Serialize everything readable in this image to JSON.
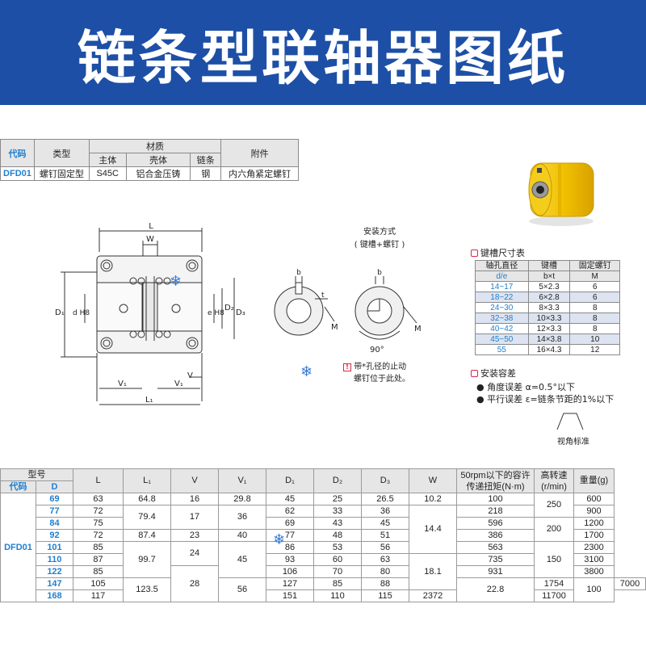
{
  "title": "链条型联轴器图纸",
  "spec_table": {
    "col_code": "代码",
    "col_type": "类型",
    "col_material": "材质",
    "col_main": "主体",
    "col_shell": "壳体",
    "col_chain": "链条",
    "col_accessory": "附件",
    "code": "DFD01",
    "type": "螺钉固定型",
    "main": "S45C",
    "shell": "铝合金压铸",
    "chain": "钢",
    "accessory": "内六角紧定螺钉"
  },
  "drawing_labels": {
    "L": "L",
    "W": "W",
    "D1": "D₁",
    "dH8": "d H8",
    "eH8": "e H8",
    "D2": "D₂",
    "D3": "D₃",
    "V": "V",
    "V1_left": "V₁",
    "V1_right": "V₁",
    "L1": "L₁"
  },
  "mount": {
    "title": "安装方式",
    "subtitle": "( 键槽+螺钉 )",
    "b_left": "b",
    "t_left": "t",
    "m_left": "M",
    "b_right": "b",
    "m_right": "M",
    "angle": "90°",
    "note_line1": "带*孔径的止动",
    "note_line2": "螺钉位于此处。",
    "note_mark": "!"
  },
  "keyway": {
    "title": "键槽尺寸表",
    "h1": "轴孔直径",
    "h2": "键槽",
    "h3": "固定螺钉",
    "s1": "d/e",
    "s2": "b×t",
    "s3": "M",
    "rows": [
      {
        "range": "14~17",
        "bxt": "5×2.3",
        "m": "6"
      },
      {
        "range": "18~22",
        "bxt": "6×2.8",
        "m": "6"
      },
      {
        "range": "24~30",
        "bxt": "8×3.3",
        "m": "8"
      },
      {
        "range": "32~38",
        "bxt": "10×3.3",
        "m": "8"
      },
      {
        "range": "40~42",
        "bxt": "12×3.3",
        "m": "8"
      },
      {
        "range": "45~50",
        "bxt": "14×3.8",
        "m": "10"
      },
      {
        "range": "55",
        "bxt": "16×4.3",
        "m": "12"
      }
    ]
  },
  "alignment": {
    "title": "安装容差",
    "line1": "● 角度误差 α=0.5°以下",
    "line2": "● 平行误差 ε=链条节距的1%以下",
    "view_label": "视角标准"
  },
  "dim_table": {
    "h_model": "型号",
    "h_code": "代码",
    "h_D": "D",
    "h_L": "L",
    "h_L1": "L₁",
    "h_V": "V",
    "h_V1": "V₁",
    "h_D1": "D₁",
    "h_D2": "D₂",
    "h_D3": "D₃",
    "h_W": "W",
    "h_torque1": "50rpm以下的容许",
    "h_torque2": "传递扭矩(N·m)",
    "h_speed1": "高转速",
    "h_speed2": "(r/min)",
    "h_weight": "重量(g)",
    "code": "DFD01",
    "D": [
      "69",
      "77",
      "84",
      "92",
      "101",
      "110",
      "122",
      "147",
      "168"
    ],
    "L": [
      "63",
      "72",
      "75",
      "72",
      "85",
      "87",
      "85",
      "105",
      "117"
    ],
    "L1": [
      "64.8",
      "79.4",
      "87.4",
      "99.7",
      "123.5"
    ],
    "V": [
      "16",
      "17",
      "23",
      "24",
      "28"
    ],
    "V1": [
      "29.8",
      "36",
      "40",
      "45",
      "56"
    ],
    "D1": [
      "45",
      "62",
      "69",
      "77",
      "86",
      "93",
      "106",
      "127",
      "151"
    ],
    "D2": [
      "25",
      "33",
      "43",
      "48",
      "53",
      "60",
      "70",
      "85",
      "110"
    ],
    "D3": [
      "26.5",
      "36",
      "45",
      "51",
      "56",
      "63",
      "80",
      "88",
      "115"
    ],
    "W": [
      "10.2",
      "14.4",
      "18.1",
      "22.8"
    ],
    "torque": [
      "100",
      "218",
      "596",
      "386",
      "563",
      "735",
      "931",
      "1754",
      "2372"
    ],
    "speed": [
      "250",
      "200",
      "150",
      "100"
    ],
    "weight": [
      "600",
      "900",
      "1200",
      "1700",
      "2300",
      "3100",
      "3800",
      "7000",
      "11700"
    ]
  },
  "colors": {
    "banner": "#1d4fa6",
    "code_blue": "#1f7fd0",
    "product_yellow": "#f2c200",
    "mark_red": "#d8274a"
  }
}
